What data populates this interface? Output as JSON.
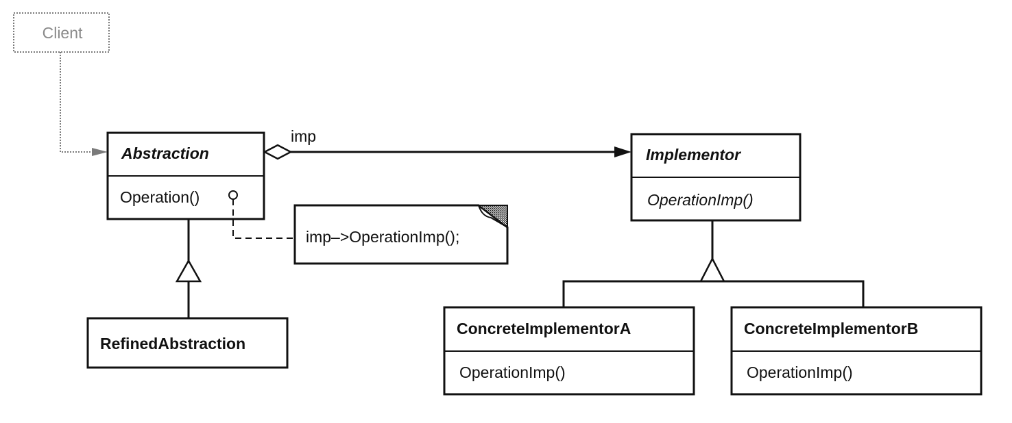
{
  "diagram": {
    "client": {
      "label": "Client"
    },
    "abstraction": {
      "name": "Abstraction",
      "operation": "Operation()"
    },
    "refined_abstraction": {
      "name": "RefinedAbstraction"
    },
    "implementor": {
      "name": "Implementor",
      "operation": "OperationImp()"
    },
    "concrete_a": {
      "name": "ConcreteImplementorA",
      "operation": "OperationImp()"
    },
    "concrete_b": {
      "name": "ConcreteImplementorB",
      "operation": "OperationImp()"
    },
    "association": {
      "role": "imp"
    },
    "note": {
      "text": "imp–>OperationImp();"
    }
  }
}
